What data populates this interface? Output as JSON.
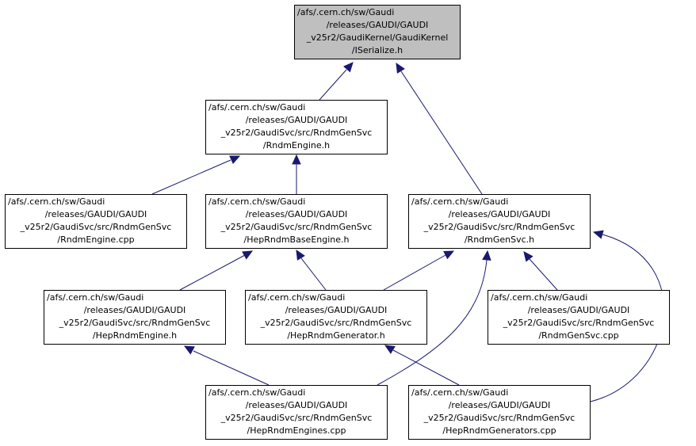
{
  "graph": {
    "nodes": [
      {
        "id": "iserialize",
        "lines": [
          "/afs/.cern.ch/sw/Gaudi",
          "/releases/GAUDI/GAUDI",
          "_v25r2/GaudiKernel/GaudiKernel",
          "/ISerialize.h"
        ],
        "highlight": true
      },
      {
        "id": "rndmengine_h",
        "lines": [
          "/afs/.cern.ch/sw/Gaudi",
          "/releases/GAUDI/GAUDI",
          "_v25r2/GaudiSvc/src/RndmGenSvc",
          "/RndmEngine.h"
        ]
      },
      {
        "id": "rndmengine_cpp",
        "lines": [
          "/afs/.cern.ch/sw/Gaudi",
          "/releases/GAUDI/GAUDI",
          "_v25r2/GaudiSvc/src/RndmGenSvc",
          "/RndmEngine.cpp"
        ]
      },
      {
        "id": "heprndmbaseengine_h",
        "lines": [
          "/afs/.cern.ch/sw/Gaudi",
          "/releases/GAUDI/GAUDI",
          "_v25r2/GaudiSvc/src/RndmGenSvc",
          "/HepRndmBaseEngine.h"
        ]
      },
      {
        "id": "rndmgensvc_h",
        "lines": [
          "/afs/.cern.ch/sw/Gaudi",
          "/releases/GAUDI/GAUDI",
          "_v25r2/GaudiSvc/src/RndmGenSvc",
          "/RndmGenSvc.h"
        ]
      },
      {
        "id": "heprndmengine_h",
        "lines": [
          "/afs/.cern.ch/sw/Gaudi",
          "/releases/GAUDI/GAUDI",
          "_v25r2/GaudiSvc/src/RndmGenSvc",
          "/HepRndmEngine.h"
        ]
      },
      {
        "id": "heprndmgenerator_h",
        "lines": [
          "/afs/.cern.ch/sw/Gaudi",
          "/releases/GAUDI/GAUDI",
          "_v25r2/GaudiSvc/src/RndmGenSvc",
          "/HepRndmGenerator.h"
        ]
      },
      {
        "id": "rndmgensvc_cpp",
        "lines": [
          "/afs/.cern.ch/sw/Gaudi",
          "/releases/GAUDI/GAUDI",
          "_v25r2/GaudiSvc/src/RndmGenSvc",
          "/RndmGenSvc.cpp"
        ]
      },
      {
        "id": "heprndmengines_cpp",
        "lines": [
          "/afs/.cern.ch/sw/Gaudi",
          "/releases/GAUDI/GAUDI",
          "_v25r2/GaudiSvc/src/RndmGenSvc",
          "/HepRndmEngines.cpp"
        ]
      },
      {
        "id": "heprndmgenerators_cpp",
        "lines": [
          "/afs/.cern.ch/sw/Gaudi",
          "/releases/GAUDI/GAUDI",
          "_v25r2/GaudiSvc/src/RndmGenSvc",
          "/HepRndmGenerators.cpp"
        ]
      }
    ],
    "edges": [
      {
        "from": "rndmengine_h",
        "to": "iserialize"
      },
      {
        "from": "rndmgensvc_h",
        "to": "iserialize"
      },
      {
        "from": "rndmengine_cpp",
        "to": "rndmengine_h"
      },
      {
        "from": "heprndmbaseengine_h",
        "to": "rndmengine_h"
      },
      {
        "from": "heprndmengine_h",
        "to": "heprndmbaseengine_h"
      },
      {
        "from": "heprndmgenerator_h",
        "to": "heprndmbaseengine_h"
      },
      {
        "from": "heprndmgenerator_h",
        "to": "rndmgensvc_h"
      },
      {
        "from": "rndmgensvc_cpp",
        "to": "rndmgensvc_h"
      },
      {
        "from": "heprndmengines_cpp",
        "to": "rndmgensvc_h"
      },
      {
        "from": "heprndmgenerators_cpp",
        "to": "rndmgensvc_h"
      },
      {
        "from": "heprndmengines_cpp",
        "to": "heprndmengine_h"
      },
      {
        "from": "heprndmgenerators_cpp",
        "to": "heprndmgenerator_h"
      }
    ],
    "colors": {
      "edge": "#191970",
      "highlight_fill": "#bfbfbf",
      "node_fill": "#ffffff",
      "border": "#000000"
    }
  }
}
